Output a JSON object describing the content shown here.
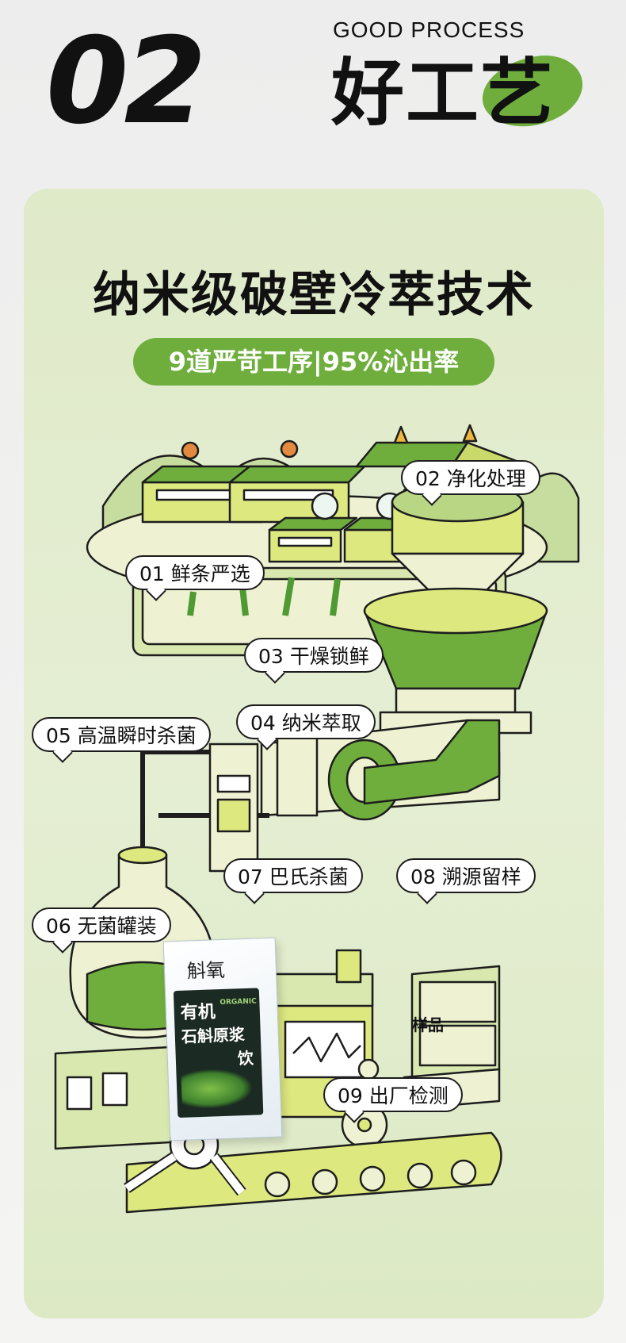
{
  "header": {
    "number": "02",
    "subtitle_en": "GOOD PROCESS",
    "title_cn": "好工艺"
  },
  "panel": {
    "headline": "纳米级破壁冷萃技术",
    "badge": "9道严苛工序|95%沁出率"
  },
  "steps": [
    {
      "label": "01 鲜条严选"
    },
    {
      "label": "02 净化处理"
    },
    {
      "label": "03 干燥锁鲜"
    },
    {
      "label": "04 纳米萃取"
    },
    {
      "label": "05 高温瞬时杀菌"
    },
    {
      "label": "06 无菌罐装"
    },
    {
      "label": "07 巴氏杀菌"
    },
    {
      "label": "08 溯源留样"
    },
    {
      "label": "09 出厂检测"
    }
  ],
  "sample_shelf": {
    "label": "样品"
  },
  "product_box": {
    "brand": "斛氧",
    "line1": "有机",
    "line1_tag": "ORGANIC",
    "line2": "石斛原浆",
    "line3": "饮"
  },
  "colors": {
    "accent_green": "#6fae3d",
    "light_green": "#d5e6a8",
    "lime": "#dde87f",
    "dark_green": "#4f9a35",
    "outline": "#1d1d1d"
  }
}
